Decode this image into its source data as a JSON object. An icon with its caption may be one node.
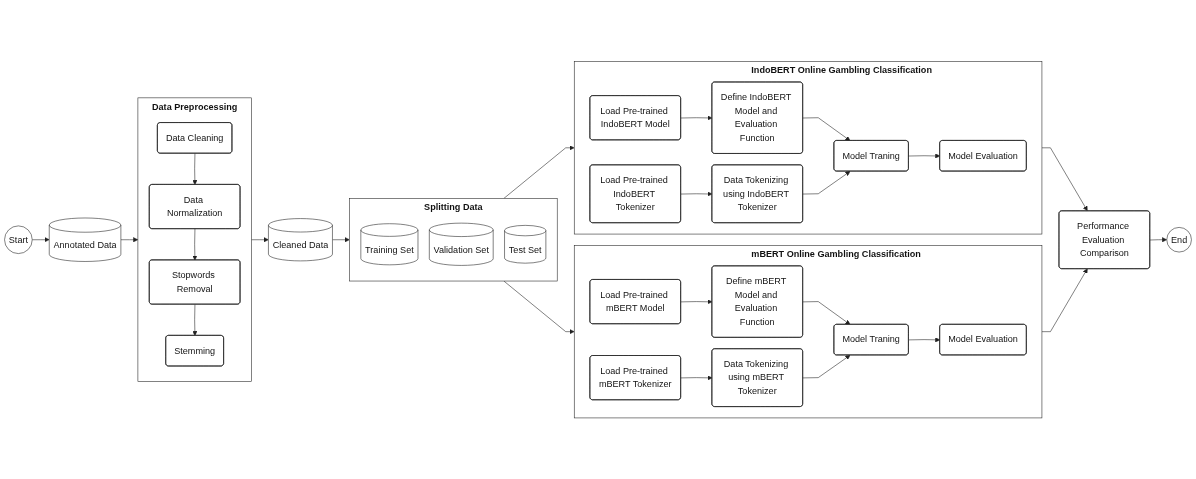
{
  "diagram": {
    "nodes": [
      {
        "text": [
          "Start"
        ]
      },
      {
        "text": [
          "Annotated Data"
        ]
      },
      {
        "text": [
          "Data Preprocessing"
        ]
      },
      {
        "text": [
          "Data Cleaning"
        ],
        "in": 2
      },
      {
        "text": [
          "Data Normalization"
        ],
        "in": 2
      },
      {
        "text": [
          "Stopwords Removal"
        ],
        "in": 2
      },
      {
        "text": [
          "Stemming"
        ],
        "in": 2
      },
      {
        "text": [
          "Cleaned Data"
        ]
      },
      {
        "text": [
          "Splitting Data"
        ]
      },
      {
        "text": [
          "Training Set"
        ],
        "in": 8
      },
      {
        "text": [
          "Validation Set"
        ],
        "in": 8
      },
      {
        "text": [
          "Test Set"
        ],
        "in": 8
      },
      {
        "text": [
          "IndoBERT Online Gambling Classification"
        ]
      },
      {
        "text": [
          "Load Pre-trained IndoBERT Model"
        ],
        "in": 12
      },
      {
        "text": [
          "Define IndoBERT Model and Evaluation Function"
        ],
        "in": 12
      },
      {
        "text": [
          "Load Pre-trained IndoBERT Tokenizer"
        ],
        "in": 12
      },
      {
        "text": [
          "Data Tokenizing using IndoBERT Tokenizer"
        ],
        "in": 12
      },
      {
        "text": [
          "Model Traning"
        ],
        "in": 12
      },
      {
        "text": [
          "Model Evaluation"
        ],
        "in": 12
      },
      {
        "text": [
          "mBERT Online Gambling Classification"
        ]
      },
      {
        "text": [
          "Load Pre-trained mBERT Model"
        ],
        "in": 19
      },
      {
        "text": [
          "Define mBERT Model and Evaluation Function"
        ],
        "in": 19
      },
      {
        "text": [
          "Load Pre-trained mBERT Tokenizer"
        ],
        "in": 19
      },
      {
        "text": [
          "Data Tokenizing using mBERT Tokenizer"
        ],
        "in": 19
      },
      {
        "text": [
          "Model Traning"
        ],
        "in": 19
      },
      {
        "text": [
          "Model Evaluation"
        ],
        "in": 19
      },
      {
        "text": [
          "Performance Evaluation Comparison"
        ]
      },
      {
        "text": [
          "End"
        ]
      }
    ],
    "edges": [
      {
        "from": 0,
        "to": 1,
        "arrow": "to"
      },
      {
        "from": 1,
        "to": 2,
        "arrow": "to"
      },
      {
        "from": 3,
        "to": 4,
        "arrow": "to"
      },
      {
        "from": 4,
        "to": 5,
        "arrow": "to"
      },
      {
        "from": 5,
        "to": 6,
        "arrow": "to"
      },
      {
        "from": 2,
        "to": 7,
        "arrow": "to"
      },
      {
        "from": 7,
        "to": 8,
        "arrow": "to"
      },
      {
        "from": 8,
        "to": 12,
        "arrow": "to"
      },
      {
        "from": 8,
        "to": 19,
        "arrow": "to"
      },
      {
        "from": 13,
        "to": 14,
        "arrow": "to"
      },
      {
        "from": 15,
        "to": 16,
        "arrow": "to"
      },
      {
        "from": 14,
        "to": 17,
        "arrow": "to"
      },
      {
        "from": 16,
        "to": 17,
        "arrow": "to"
      },
      {
        "from": 17,
        "to": 18,
        "arrow": "to"
      },
      {
        "from": 20,
        "to": 21,
        "arrow": "to"
      },
      {
        "from": 22,
        "to": 23,
        "arrow": "to"
      },
      {
        "from": 21,
        "to": 24,
        "arrow": "to"
      },
      {
        "from": 23,
        "to": 24,
        "arrow": "to"
      },
      {
        "from": 24,
        "to": 25,
        "arrow": "to"
      },
      {
        "from": 12,
        "to": 26,
        "arrow": "to"
      },
      {
        "from": 19,
        "to": 26,
        "arrow": "to"
      },
      {
        "from": 26,
        "to": 27,
        "arrow": "to"
      }
    ]
  }
}
